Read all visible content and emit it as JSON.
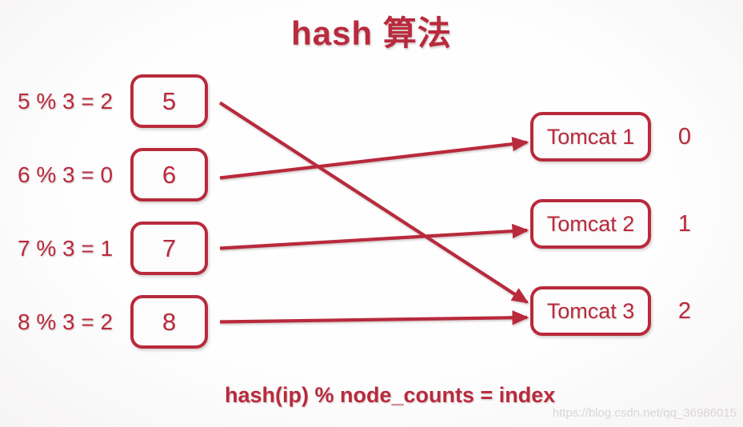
{
  "title": "hash 算法",
  "colors": {
    "accent": "#b82a3c",
    "watermark": "#d9d6d6"
  },
  "left_nodes": [
    {
      "id": "node-5",
      "label": "5 % 3 = 2",
      "value": "5"
    },
    {
      "id": "node-6",
      "label": "6 % 3 = 0",
      "value": "6"
    },
    {
      "id": "node-7",
      "label": "7 % 3 = 1",
      "value": "7"
    },
    {
      "id": "node-8",
      "label": "8 % 3 = 2",
      "value": "8"
    }
  ],
  "right_nodes": [
    {
      "id": "tomcat-1",
      "label": "Tomcat 1",
      "index": "0"
    },
    {
      "id": "tomcat-2",
      "label": "Tomcat 2",
      "index": "1"
    },
    {
      "id": "tomcat-3",
      "label": "Tomcat 3",
      "index": "2"
    }
  ],
  "arrows": [
    {
      "from": "node-5",
      "to": "tomcat-3",
      "from_dy": 2,
      "to_dy": -11
    },
    {
      "from": "node-6",
      "to": "tomcat-1",
      "from_dy": 4,
      "to_dy": 7
    },
    {
      "from": "node-7",
      "to": "tomcat-2",
      "from_dy": 0,
      "to_dy": 8
    },
    {
      "from": "node-8",
      "to": "tomcat-3",
      "from_dy": 0,
      "to_dy": 8
    }
  ],
  "formula": "hash(ip) % node_counts = index",
  "watermark": "https://blog.csdn.net/qq_36986015"
}
